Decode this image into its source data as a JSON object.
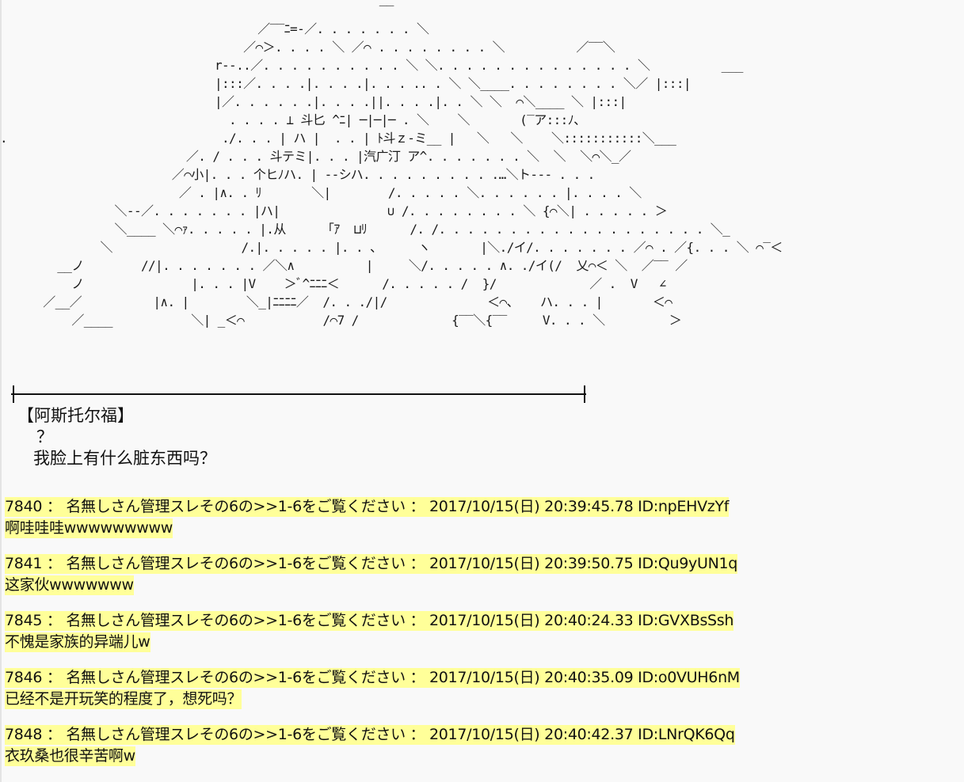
{
  "ascii_art": "                                                     ‾‾\n                                    ／‾‾ﾆ=‐／. . . . . . . ＼          \n                                  ／⌒＞. . . . ＼ ／⌒ . . . . . . . . ＼          ／‾‾＼\n                              r‐‐..／. . . . . . . . . . ＼ ＼. . . . . . . . . . . . . . ＼          ___\n                              |:::／. . . .|. . . .|. . . .. . ＼ ＼____. . . . . . . . ＼／ |:::|\n                              |／. . . . . .|. . . .||. . . .|. . ＼ ＼  ⌒＼____ ＼ |:::|\n                                . . . . ⊥ 斗匕 ^ﾆ| ─|─|─ . ＼    ＼       (‾ア:::ﾉ、\n.                              ./. . . | ハ |  . . | ﾄ斗ｚ‐ミ__ |   ＼   ＼    ＼:::::::::::＼___\n                          ／. / . . . 斗テミ|. . . |汽广汀 ア^. . . . . . . ＼  ＼  ＼⌒＼_／\n                        ／⌒小|. . . 个ヒﾉハ. | ‐‐シハ. . . . . . . . . .…＼ト‐‐‐ . . .\n                         ／ . |∧. . ﾘ       ＼|        /. . . . . ＼. . . . . . |. . . . ＼\n                ＼‐‐／. . . . . . . |ハ|               ∪ /. . . . . . . . ＼ {⌒＼| . . . . . ＞\n                ＼____ ＼⌒ｧ. . . . . |.从     「ｱ  ⊔ﾘ      /. /. . . . . . . . . . . . . . . . . . . ＼_\n              ＼                  /.|. . . . . |. . 、     ヽ       |＼./イ/. . . . . . . ／⌒ . ／{. . . ＼ ⌒‾＜\n        __ノ        //|. . . . . . . ／＼∧          |     ＼/. . . . . ∧. ./イ(/  乂⌒＜ ＼  ／‾‾ ／\n          ノ               |. . . |V    ＞ﾞ^ﾆﾆﾆ＜      /. . . . . /  }/             ／ .  V   ∠\n      ／__／          |∧. |        ＼_|ﾆﾆﾆﾆ／  /. . ./|/              ＜⌒、   ハ. . . |       ＜⌒\n          ／____           ＼| _＜⌒           /⌒7 /             {‾‾＼{‾‾     V. . . ＼         ＞",
  "speaker": "【阿斯托尔福】",
  "dialog_lines": [
    "？",
    "我脸上有什么脏东西吗？"
  ],
  "comments": [
    {
      "header": "7840 ： 名無しさん管理スレその6の>>1-6をご覧ください ： 2017/10/15(日) 20:39:45.78 ID:npEHVzYf",
      "body": "啊哇哇哇wwwwwwwww"
    },
    {
      "header": "7841 ： 名無しさん管理スレその6の>>1-6をご覧ください ： 2017/10/15(日) 20:39:50.75 ID:Qu9yUN1q",
      "body": "这家伙wwwwwww"
    },
    {
      "header": "7845 ： 名無しさん管理スレその6の>>1-6をご覧ください ： 2017/10/15(日) 20:40:24.33 ID:GVXBsSsh",
      "body": "不愧是家族的异端儿w"
    },
    {
      "header": "7846 ： 名無しさん管理スレその6の>>1-6をご覧ください ： 2017/10/15(日) 20:40:35.09 ID:o0VUH6nM",
      "body": "已经不是开玩笑的程度了，想死吗？"
    },
    {
      "header": "7848 ： 名無しさん管理スレその6の>>1-6をご覧ください ： 2017/10/15(日) 20:40:42.37 ID:LNrQK6Qq",
      "body": "衣玖桑也很辛苦啊w"
    }
  ],
  "colors": {
    "highlight": "#ffff99",
    "background": "#f9f9f9"
  }
}
